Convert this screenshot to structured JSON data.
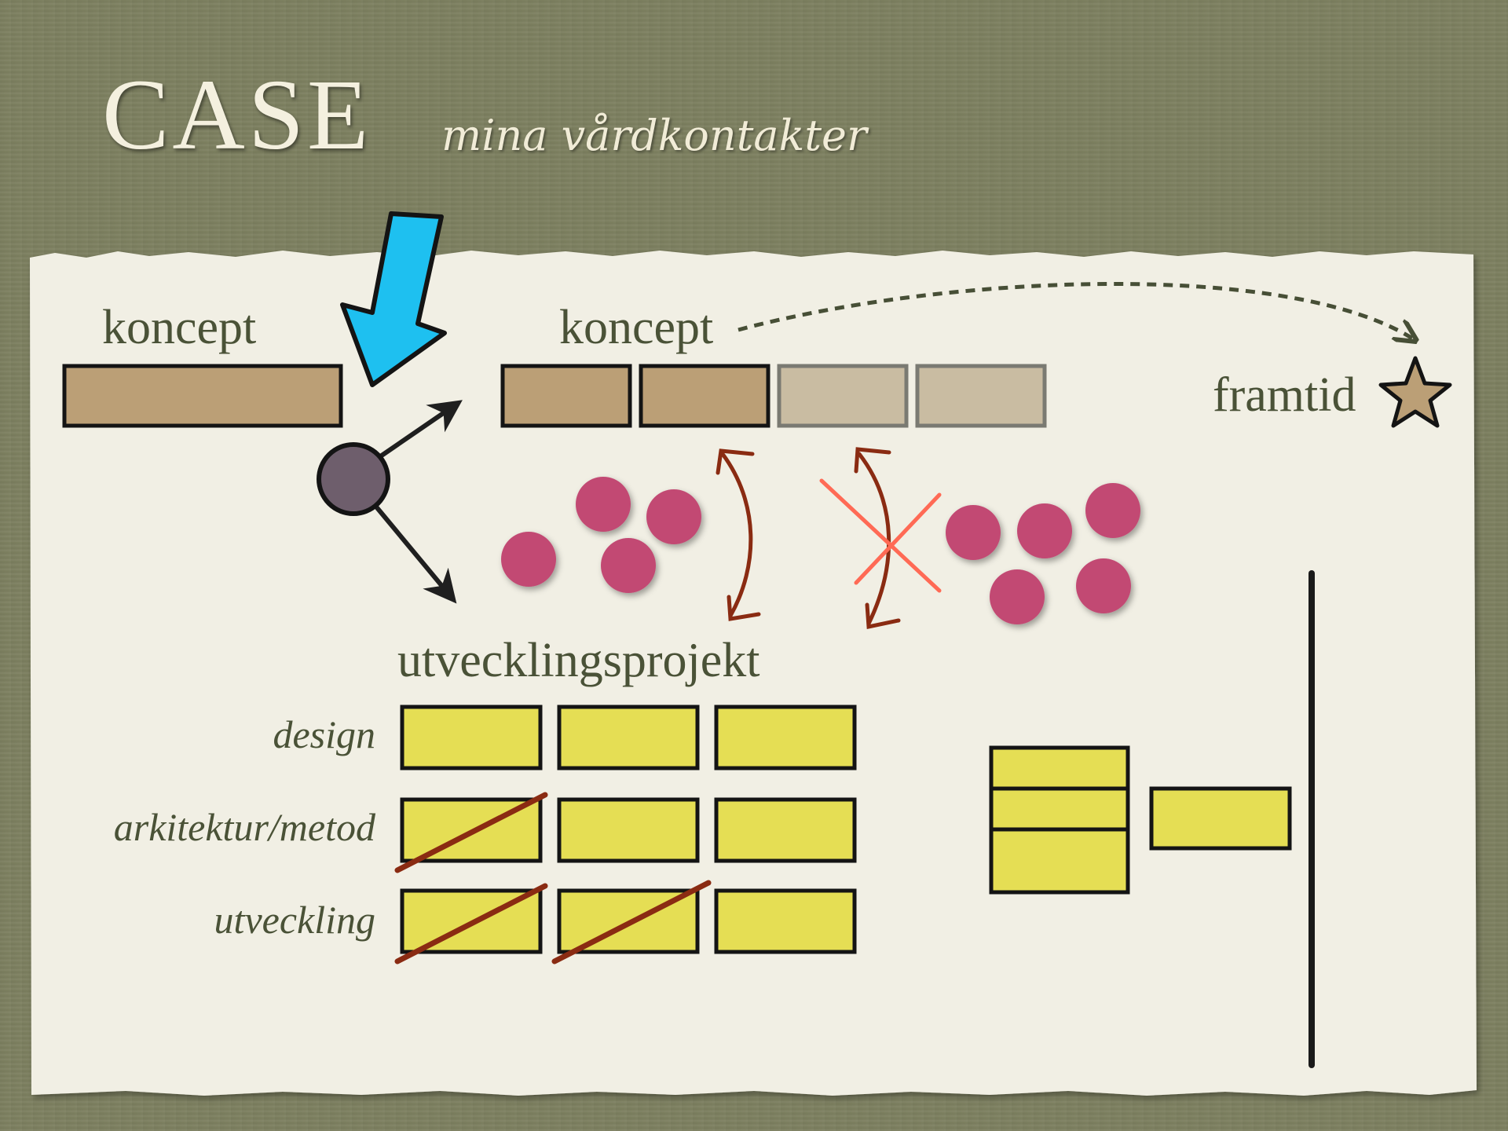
{
  "header": {
    "title": "CASE",
    "subtitle": "mina vårdkontakter"
  },
  "diagram": {
    "concept_left_label": "koncept",
    "concept_right_label": "koncept",
    "future_label": "framtid",
    "project_label": "utvecklingsprojekt",
    "rows": [
      {
        "label": "design"
      },
      {
        "label": "arkitektur/metod"
      },
      {
        "label": "utveckling"
      }
    ]
  },
  "colors": {
    "background": "#7d8060",
    "paper": "#f1efe4",
    "concept_block": "#bb9f76",
    "concept_block_faded": "#c9bca2",
    "task_block": "#e5de54",
    "dot": "#c24a73",
    "hub": "#6e5e6c",
    "pointer_arrow": "#1ec0f0",
    "bracket": "#8a2b12",
    "cross": "#ff6a55",
    "label_text": "#4a5237"
  }
}
